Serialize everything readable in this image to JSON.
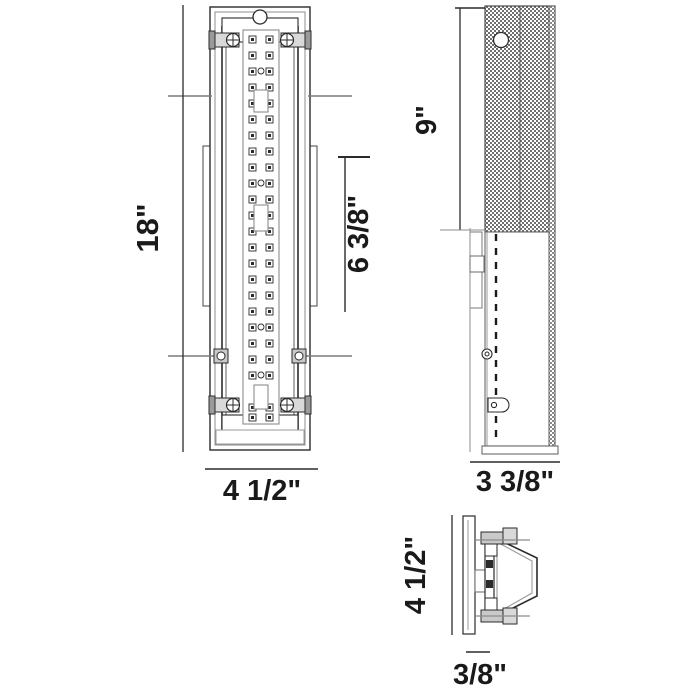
{
  "drawing": {
    "type": "product-dimension-drawing",
    "subject": "linear LED wall sconce",
    "background_color": "#ffffff",
    "line_color": "#1a1a1a",
    "shade_color": "#808080",
    "units": "inches",
    "views": [
      {
        "name": "front-elevation",
        "id": "front"
      },
      {
        "name": "side-elevation",
        "id": "side"
      },
      {
        "name": "bottom-section",
        "id": "bottom"
      }
    ]
  },
  "dimensions": {
    "front_height": {
      "label": "18\"",
      "orientation": "vertical",
      "view": "front-elevation"
    },
    "lens_height": {
      "label": "6 3/8\"",
      "orientation": "vertical",
      "view": "front-elevation"
    },
    "front_width": {
      "label": "4 1/2\"",
      "orientation": "horizontal",
      "view": "front-elevation"
    },
    "side_height": {
      "label": "9\"",
      "orientation": "vertical",
      "view": "side-elevation"
    },
    "side_width": {
      "label": "3 3/8\"",
      "orientation": "horizontal",
      "view": "side-elevation"
    },
    "bottom_height": {
      "label": "4 1/2\"",
      "orientation": "vertical",
      "view": "bottom-section"
    },
    "bottom_width": {
      "label": "3/8\"",
      "orientation": "horizontal",
      "view": "bottom-section"
    }
  }
}
